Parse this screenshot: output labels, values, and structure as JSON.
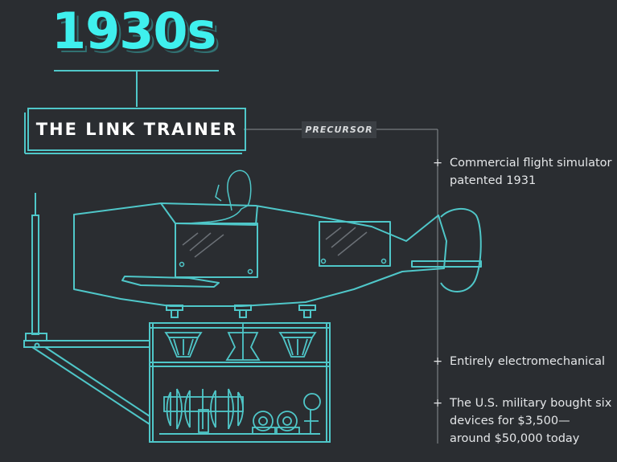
{
  "heading": {
    "decade": "1930s",
    "title": "THE LINK TRAINER",
    "tag": "PRECURSOR"
  },
  "facts": [
    {
      "bullet": "+",
      "text": "Commercial flight simulator patented 1931"
    },
    {
      "bullet": "+",
      "text": "Entirely electromechanical"
    },
    {
      "bullet": "+",
      "text": "The U.S. military bought six devices for $3,500— around $50,000 today"
    }
  ],
  "colors": {
    "background": "#2a2d31",
    "accent": "#3ff0ee",
    "line": "#4fc7c9",
    "connector": "#8a8f94",
    "text": "#e4e6e8",
    "tag_bg": "#3b3f44"
  }
}
